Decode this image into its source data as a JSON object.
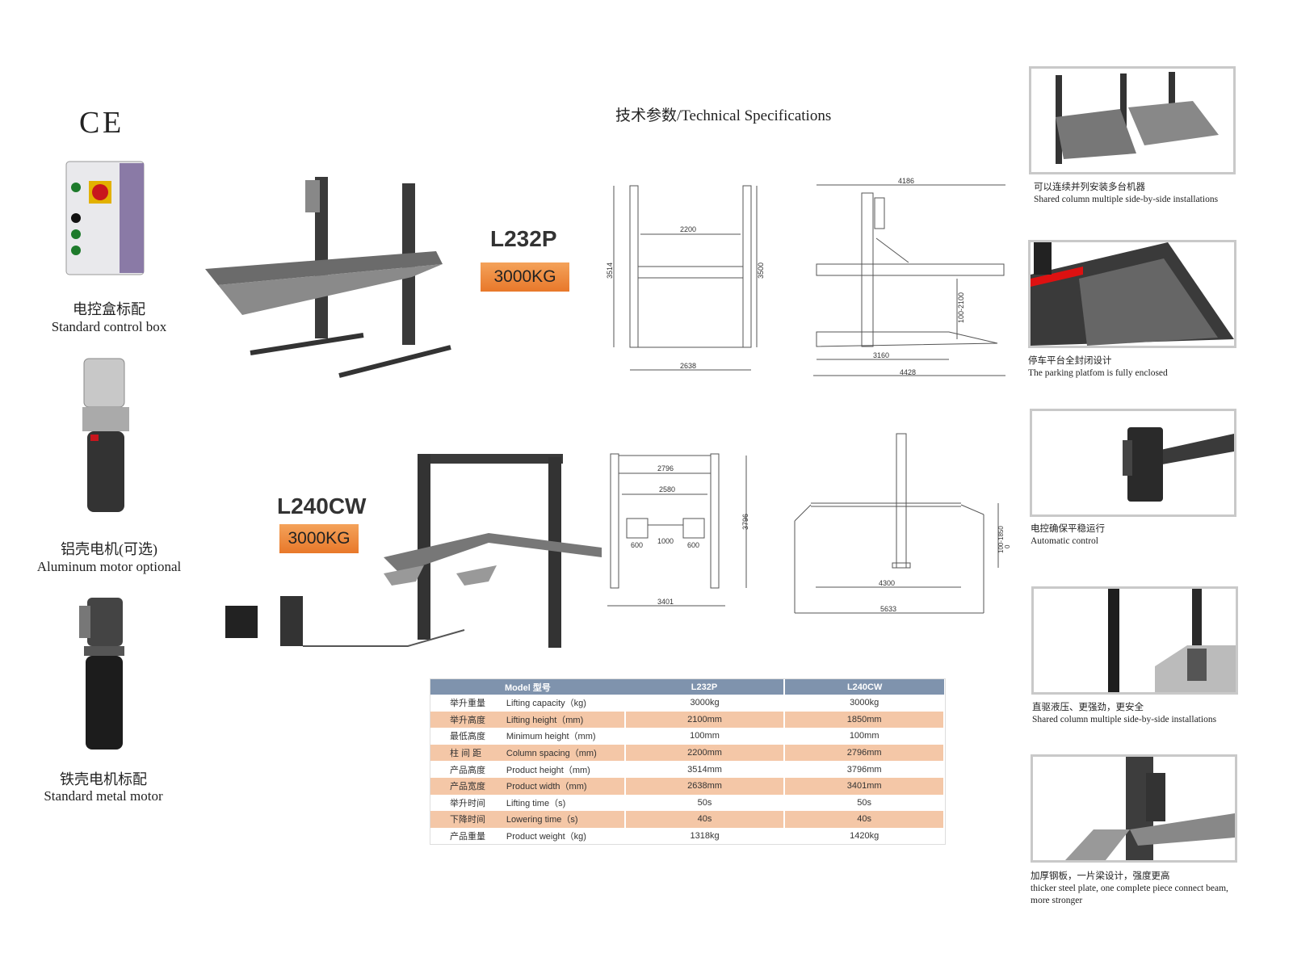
{
  "title": "技术参数/Technical Specifications",
  "ce_mark": "CE",
  "left_items": [
    {
      "cn": "电控盒标配",
      "en": "Standard control box"
    },
    {
      "cn": "铝壳电机(可选)",
      "en": "Aluminum motor optional"
    },
    {
      "cn": "铁壳电机标配",
      "en": "Standard metal motor"
    }
  ],
  "models": [
    {
      "name": "L232P",
      "capacity": "3000KG"
    },
    {
      "name": "L240CW",
      "capacity": "3000KG"
    }
  ],
  "drawings": {
    "l232p_front": {
      "inner_width": "2200",
      "height_left": "3514",
      "height_right": "3500",
      "total_width": "2638"
    },
    "l232p_side": {
      "top_length": "4186",
      "lift_range": "100-2100",
      "base_length": "3160",
      "total_length": "4428"
    },
    "l240cw_front": {
      "column_spacing": "2796",
      "inner": "2580",
      "pad_left": "600",
      "pad_gap": "1000",
      "pad_right": "600",
      "height": "3796",
      "total_width": "3401"
    },
    "l240cw_side": {
      "arm_span": "4300",
      "total_length": "5633",
      "lift_range": "100-1850",
      "zero": "0"
    }
  },
  "features": [
    {
      "cn": "可以连续并列安装多台机器",
      "en": "Shared column multiple side-by-side installations"
    },
    {
      "cn": "停车平台全封闭设计",
      "en": "The parking platfom is fully enclosed"
    },
    {
      "cn": "电控确保平稳运行",
      "en": "Automatic control"
    },
    {
      "cn": "直驱液压、更强劲，更安全",
      "en": "Shared column multiple side-by-side installations"
    },
    {
      "cn": "加厚钢板，一片梁设计，强度更高",
      "en": "thicker steel plate, one complete piece connect beam, more stronger"
    }
  ],
  "spec_table": {
    "header": {
      "label": "Model 型号",
      "col1": "L232P",
      "col2": "L240CW"
    },
    "rows": [
      {
        "cn": "举升重量",
        "en": "Lifting capacity（kg)",
        "v1": "3000kg",
        "v2": "3000kg"
      },
      {
        "cn": "举升高度",
        "en": "Lifting height（mm)",
        "v1": "2100mm",
        "v2": "1850mm"
      },
      {
        "cn": "最低高度",
        "en": "Minimum height（mm)",
        "v1": "100mm",
        "v2": "100mm"
      },
      {
        "cn": "柱 间 距",
        "en": "Column spacing（mm)",
        "v1": "2200mm",
        "v2": "2796mm"
      },
      {
        "cn": "产品高度",
        "en": "Product height（mm)",
        "v1": "3514mm",
        "v2": "3796mm"
      },
      {
        "cn": "产品宽度",
        "en": "Product width（mm)",
        "v1": "2638mm",
        "v2": "3401mm"
      },
      {
        "cn": "举升时间",
        "en": "Lifting time（s)",
        "v1": "50s",
        "v2": "50s"
      },
      {
        "cn": "下降时间",
        "en": "Lowering time（s)",
        "v1": "40s",
        "v2": "40s"
      },
      {
        "cn": "产品重量",
        "en": "Product weight（kg)",
        "v1": "1318kg",
        "v2": "1420kg"
      }
    ]
  },
  "colors": {
    "header": "#7f93ad",
    "row_alt": "#f4c7a7",
    "badge": "#ee8a3c"
  }
}
